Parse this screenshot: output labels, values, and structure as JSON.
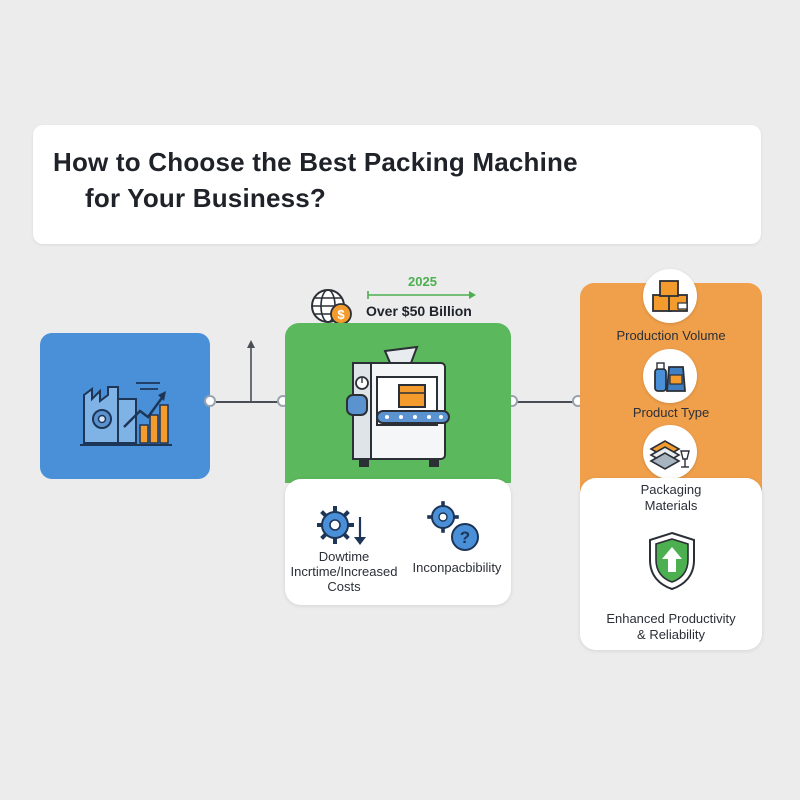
{
  "title": {
    "line1": "How to Choose the Best Packing Machine",
    "line2": "for Your Business?"
  },
  "market": {
    "year": "2025",
    "value": "Over $50 Billion"
  },
  "challenges": [
    {
      "icon": "gear-down-arrow-icon",
      "label_lines": [
        "Dowtime",
        "Incrtime/Increased",
        "Costs"
      ]
    },
    {
      "icon": "gear-question-icon",
      "label": "Inconpacbibility"
    }
  ],
  "factors": [
    {
      "icon": "boxes-icon",
      "label": "Production Volume"
    },
    {
      "icon": "bottle-bag-icon",
      "label": "Product Type"
    },
    {
      "icon": "layers-glass-icon",
      "label_lines": [
        "Packaging",
        "Materials"
      ]
    }
  ],
  "outcome": {
    "icon": "shield-up-arrow-icon",
    "label_lines": [
      "Enhanced Productivity",
      "& Reliability"
    ]
  },
  "colors": {
    "blue": "#4a90d9",
    "green": "#5cb85c",
    "orange": "#f0a04b",
    "background": "#ececed"
  }
}
